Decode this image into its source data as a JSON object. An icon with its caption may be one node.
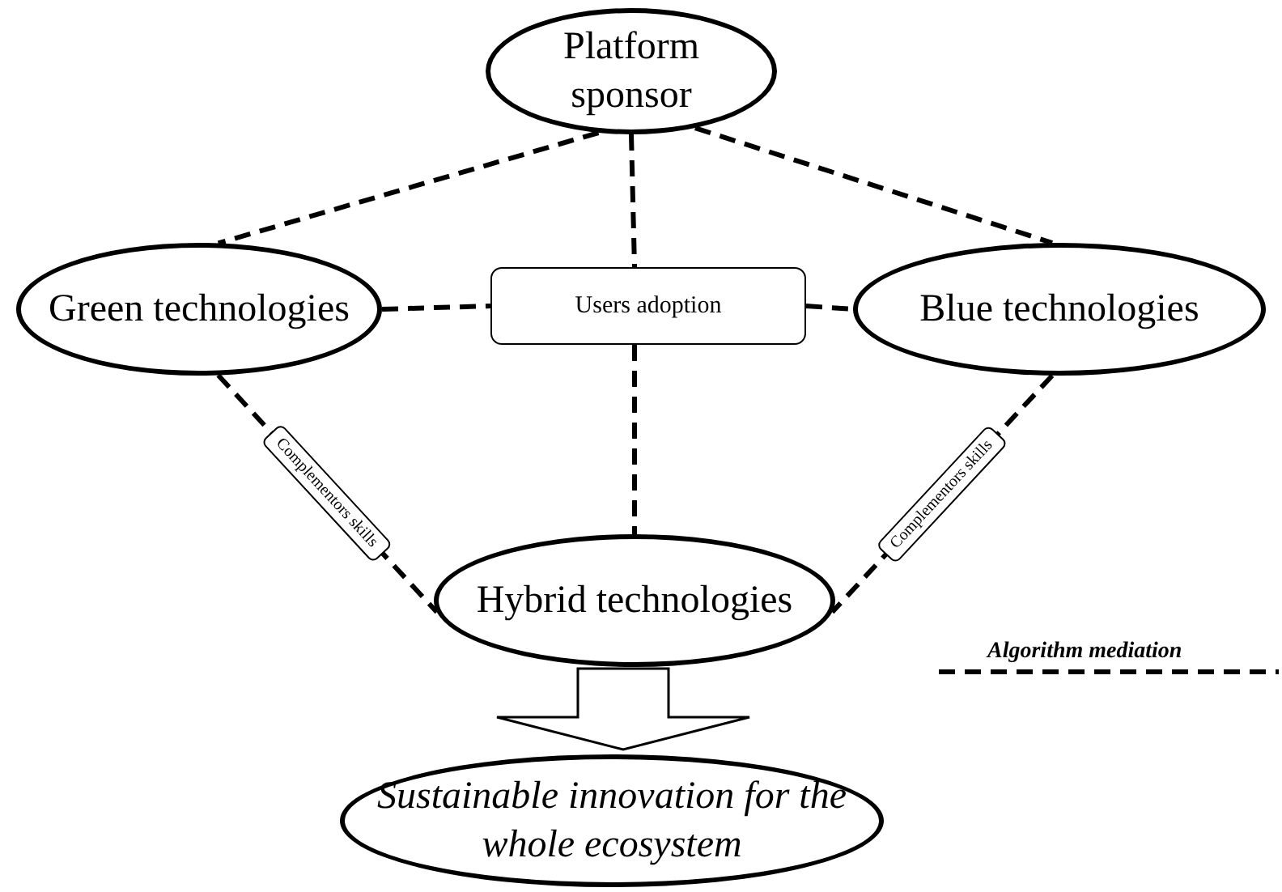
{
  "diagram": {
    "nodes": [
      {
        "text": [
          "Platform sponsor"
        ]
      },
      {
        "text": [
          "Green technologies"
        ]
      },
      {
        "text": [
          "Users adoption"
        ]
      },
      {
        "text": [
          "Blue technologies"
        ]
      },
      {
        "text": [
          "Hybrid technologies"
        ]
      },
      {
        "text": [
          "Sustainable innovation for the whole ecosystem"
        ]
      }
    ],
    "edges": [
      {
        "from": 0,
        "to": 1,
        "arrow": "none",
        "style": "dashed"
      },
      {
        "from": 0,
        "to": 3,
        "arrow": "none",
        "style": "dashed"
      },
      {
        "from": 0,
        "to": 2,
        "arrow": "none",
        "style": "dashed"
      },
      {
        "from": 2,
        "to": 4,
        "arrow": "none",
        "style": "dashed"
      },
      {
        "from": 1,
        "to": 2,
        "arrow": "none",
        "style": "dashed"
      },
      {
        "from": 2,
        "to": 3,
        "arrow": "none",
        "style": "dashed"
      },
      {
        "from": 1,
        "to": 4,
        "arrow": "none",
        "style": "dashed",
        "label": "Complementors skills"
      },
      {
        "from": 3,
        "to": 4,
        "arrow": "none",
        "style": "dashed",
        "label": "Complementors skills"
      },
      {
        "from": 4,
        "to": 5,
        "arrow": "to",
        "style": "thick"
      }
    ],
    "legend": [
      {
        "text": "Algorithm mediation"
      }
    ]
  }
}
